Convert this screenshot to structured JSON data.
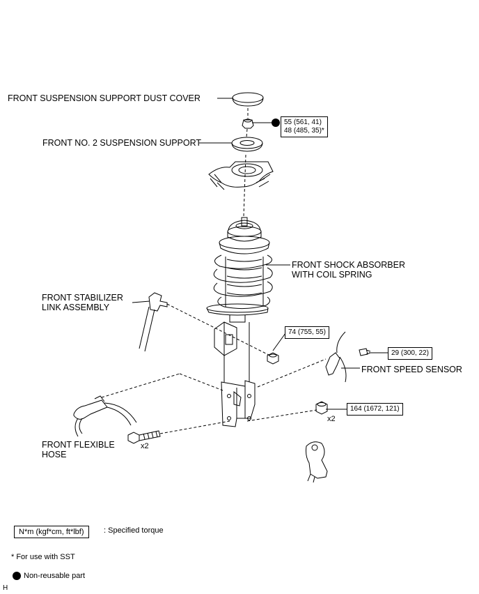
{
  "labels": {
    "dust_cover": "FRONT SUSPENSION SUPPORT DUST COVER",
    "suspension_support": "FRONT NO. 2 SUSPENSION SUPPORT",
    "shock_absorber_1": "FRONT SHOCK ABSORBER",
    "shock_absorber_2": "WITH COIL SPRING",
    "stabilizer_1": "FRONT STABILIZER",
    "stabilizer_2": "LINK ASSEMBLY",
    "speed_sensor": "FRONT SPEED SENSOR",
    "flexible_hose_1": "FRONT FLEXIBLE",
    "flexible_hose_2": "HOSE"
  },
  "torques": {
    "top_nut_1": "55 (561, 41)",
    "top_nut_2": "48 (485, 35)*",
    "stabilizer_nut": "74 (755, 55)",
    "speed_sensor_bolt": "29 (300, 22)",
    "knuckle_nut": "164 (1672, 121)"
  },
  "multipliers": {
    "knuckle_nut": "x2",
    "knuckle_bolt": "x2"
  },
  "legend": {
    "torque_box": "N*m (kgf*cm, ft*lbf)",
    "torque_text": ": Specified torque",
    "sst_note": "* For use with SST",
    "nonreusable": "Non-reusable part"
  },
  "corner_mark": "H"
}
